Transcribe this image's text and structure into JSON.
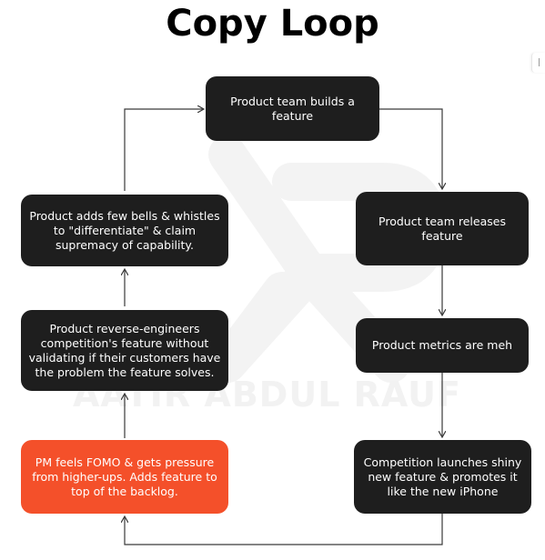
{
  "title": "Copy Loop",
  "watermark": {
    "text": "AATIR ABDUL RAUF"
  },
  "nodes": {
    "builds": "Product team builds a feature",
    "releases": "Product team releases feature",
    "metrics": "Product metrics are meh",
    "competition": "Competition launches shiny new feature & promotes it like the new iPhone",
    "fomo": "PM feels FOMO & gets pressure from higher-ups. Adds feature to top of the backlog.",
    "reverse": "Product reverse-engineers competition's feature without validating if their customers have the problem the feature solves.",
    "bells": "Product adds few bells & whistles to \"differentiate\" & claim supremacy of capability."
  },
  "colors": {
    "node": "#1e1e1e",
    "highlight": "#f4502a",
    "arrow": "#3a3a3a",
    "watermark": "#f2f2f2"
  }
}
